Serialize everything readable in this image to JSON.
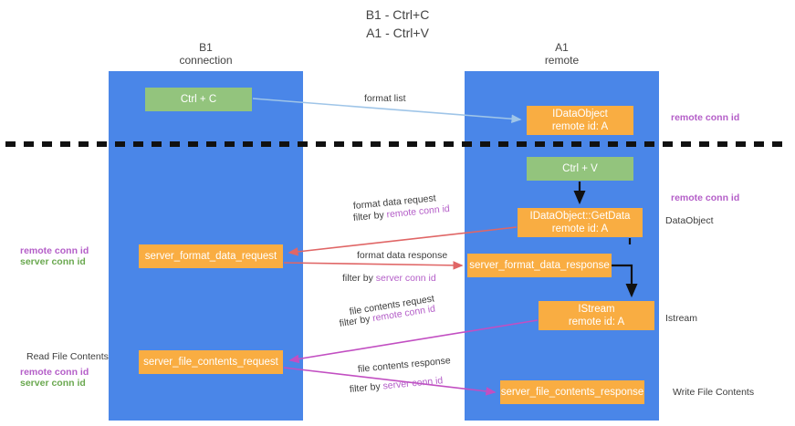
{
  "title": {
    "line1": "B1 - Ctrl+C",
    "line2": "A1 - Ctrl+V"
  },
  "lanes": [
    {
      "id": "b1",
      "name": "B1",
      "role": "connection",
      "color": "#4a86e8"
    },
    {
      "id": "a1",
      "name": "A1",
      "role": "remote",
      "color": "#4a86e8"
    }
  ],
  "boxes": {
    "ctrl_c": "Ctrl + C",
    "idataobject": "IDataObject",
    "idataobject_sub": "remote id: A",
    "ctrl_v": "Ctrl + V",
    "getdata": "IDataObject::GetData",
    "getdata_sub": "remote id: A",
    "server_format_data_request": "server_format_data_request",
    "server_format_data_response": "server_format_data_response",
    "istream": "IStream",
    "istream_sub": "remote id: A",
    "server_file_contents_request": "server_file_contents_request",
    "server_file_contents_response": "server_file_contents_response"
  },
  "edge_labels": {
    "format_list": "format list",
    "format_data_request": "format data request",
    "format_data_request_filter_prefix": "filter by ",
    "format_data_request_filter_key": "remote conn id",
    "format_data_response": "format data response",
    "format_data_response_filter_prefix": "filter by ",
    "format_data_response_filter_key": "server conn id",
    "file_contents_request": "file contents request",
    "file_contents_request_filter_prefix": "filter by ",
    "file_contents_request_filter_key": "remote conn id",
    "file_contents_response": "file contents response",
    "file_contents_response_filter_prefix": "filter by ",
    "file_contents_response_filter_key": "server conn id"
  },
  "side_labels": {
    "right_remote_conn_id_top": "remote conn id",
    "right_remote_conn_id_mid": "remote conn id",
    "dataobject": "DataObject",
    "istream": "Istream",
    "write_file_contents": "Write File Contents",
    "left_remote_conn_id_top": "remote conn id",
    "left_server_conn_id_top": "server conn id",
    "read_file_contents": "Read File Contents",
    "left_remote_conn_id_bottom": "remote conn id",
    "left_server_conn_id_bottom": "server conn id"
  },
  "colors": {
    "lane": "#4a86e8",
    "green_box": "#93c47d",
    "orange_box": "#f9ad42",
    "purple_text": "#b45ec8",
    "green_text": "#6aa84f",
    "arrow_blue": "#9fc5e8",
    "arrow_red": "#e06666",
    "arrow_magenta": "#c24fc2",
    "arrow_black": "#111111"
  }
}
